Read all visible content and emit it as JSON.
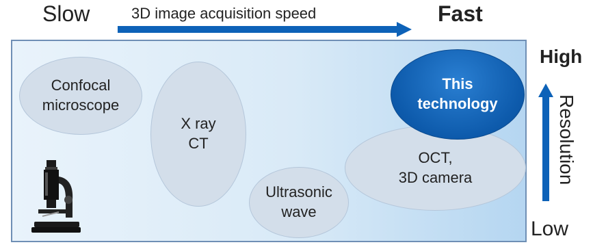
{
  "header": {
    "slow_label": "Slow",
    "speed_label": "3D image acquisition speed",
    "fast_label": "Fast"
  },
  "techniques": {
    "confocal": "Confocal\nmicroscope",
    "xray": "X ray\nCT",
    "ultrasonic": "Ultrasonic\nwave",
    "oct": "OCT,\n3D camera",
    "this_tech": "This\ntechnology"
  },
  "resolution_axis": {
    "high_label": "High",
    "low_label": "Low",
    "title": "Resolution"
  },
  "colors": {
    "arrow_blue": "#0d62b8",
    "highlight_blue": "#0d5aab",
    "ellipse_fill": "#d3deea"
  },
  "icons": {
    "microscope": "microscope-icon"
  }
}
